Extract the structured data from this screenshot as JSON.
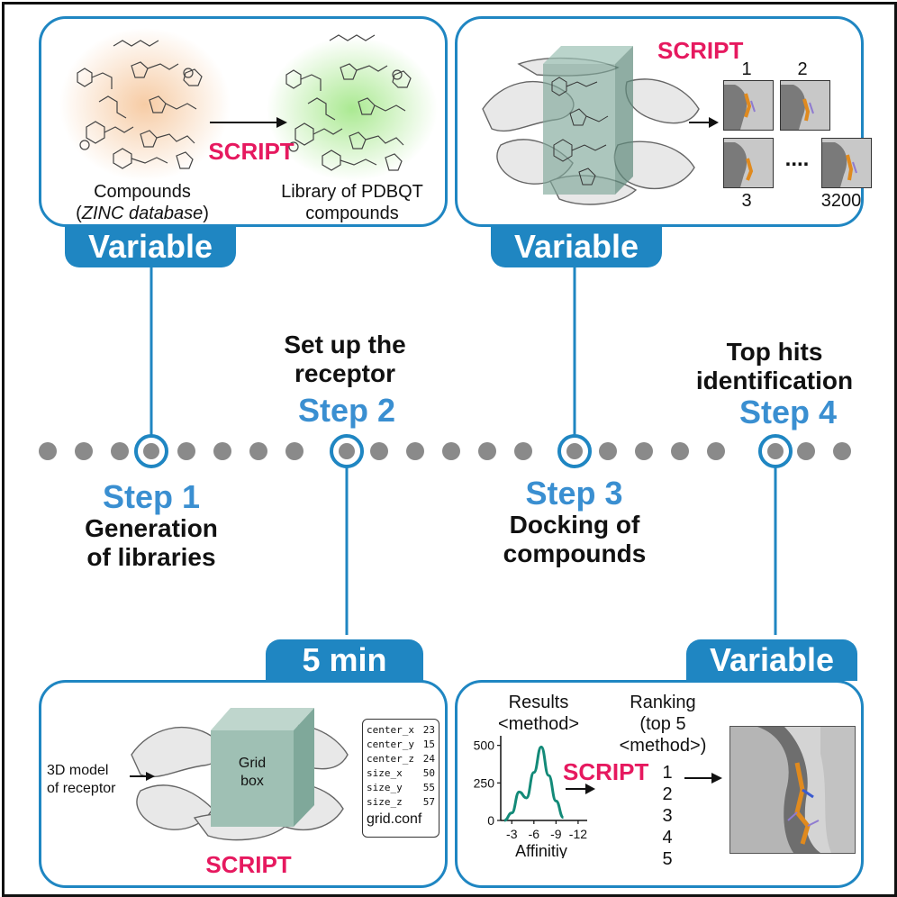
{
  "steps": [
    {
      "number": "Step 1",
      "description_line1": "Generation",
      "description_line2": "of libraries",
      "time": "Variable"
    },
    {
      "number": "Step 2",
      "description_line1": "Set up the",
      "description_line2": "receptor",
      "time": "5 min"
    },
    {
      "number": "Step 3",
      "description_line1": "Docking of",
      "description_line2": "compounds",
      "time": "Variable"
    },
    {
      "number": "Step 4",
      "description_line1": "Top hits",
      "description_line2": "identification",
      "time": "Variable"
    }
  ],
  "panel1": {
    "script_label": "SCRIPT",
    "source_caption_line1": "Compounds",
    "source_caption_line2": "ZINC database",
    "target_caption_line1": "Library of PDBQT",
    "target_caption_line2": "compounds",
    "colors": {
      "source_glow": "#f6c9a0",
      "target_glow": "#a6e88c"
    }
  },
  "panel2": {
    "script_label": "SCRIPT",
    "receptor_label_line1": "3D model",
    "receptor_label_line2": "of receptor",
    "box_label_line1": "Grid",
    "box_label_line2": "box",
    "grid_params": [
      {
        "key": "center_x",
        "value": "23"
      },
      {
        "key": "center_y",
        "value": "15"
      },
      {
        "key": "center_z",
        "value": "24"
      },
      {
        "key": "size_x",
        "value": "50"
      },
      {
        "key": "size_y",
        "value": "55"
      },
      {
        "key": "size_z",
        "value": "57"
      }
    ],
    "file_name": "grid.conf"
  },
  "panel3": {
    "script_label": "SCRIPT",
    "pose_labels": [
      "1",
      "2",
      "3",
      "3200"
    ],
    "ellipsis": "....",
    "colors": {
      "box": "#7fa89a"
    }
  },
  "panel4": {
    "script_label": "SCRIPT",
    "results_title_line1": "Results",
    "results_title_line2": "<method>",
    "ranking_title_line1": "Ranking",
    "ranking_title_line2": "(top 5",
    "ranking_title_line3": "<method>)",
    "ranking_items": [
      "1",
      "2",
      "3",
      "4",
      "5"
    ],
    "chart_data": {
      "type": "line",
      "x_tick_labels": [
        "-3",
        "-6",
        "-9",
        "-12"
      ],
      "x": [
        -2,
        -3,
        -4,
        -5,
        -6,
        -7,
        -8,
        -9,
        -10
      ],
      "y": [
        0,
        50,
        190,
        150,
        320,
        490,
        300,
        130,
        20
      ],
      "xlabel": "Affinitiy",
      "yticks": [
        0,
        250,
        500
      ],
      "ylim": [
        0,
        540
      ],
      "xlim": [
        -1.5,
        -12.5
      ],
      "color": "#138a78"
    }
  },
  "colors": {
    "accent": "#1f86c2",
    "step": "#3a8fd1",
    "script": "#e6195f",
    "timeline_dot": "#8a8a8a"
  }
}
